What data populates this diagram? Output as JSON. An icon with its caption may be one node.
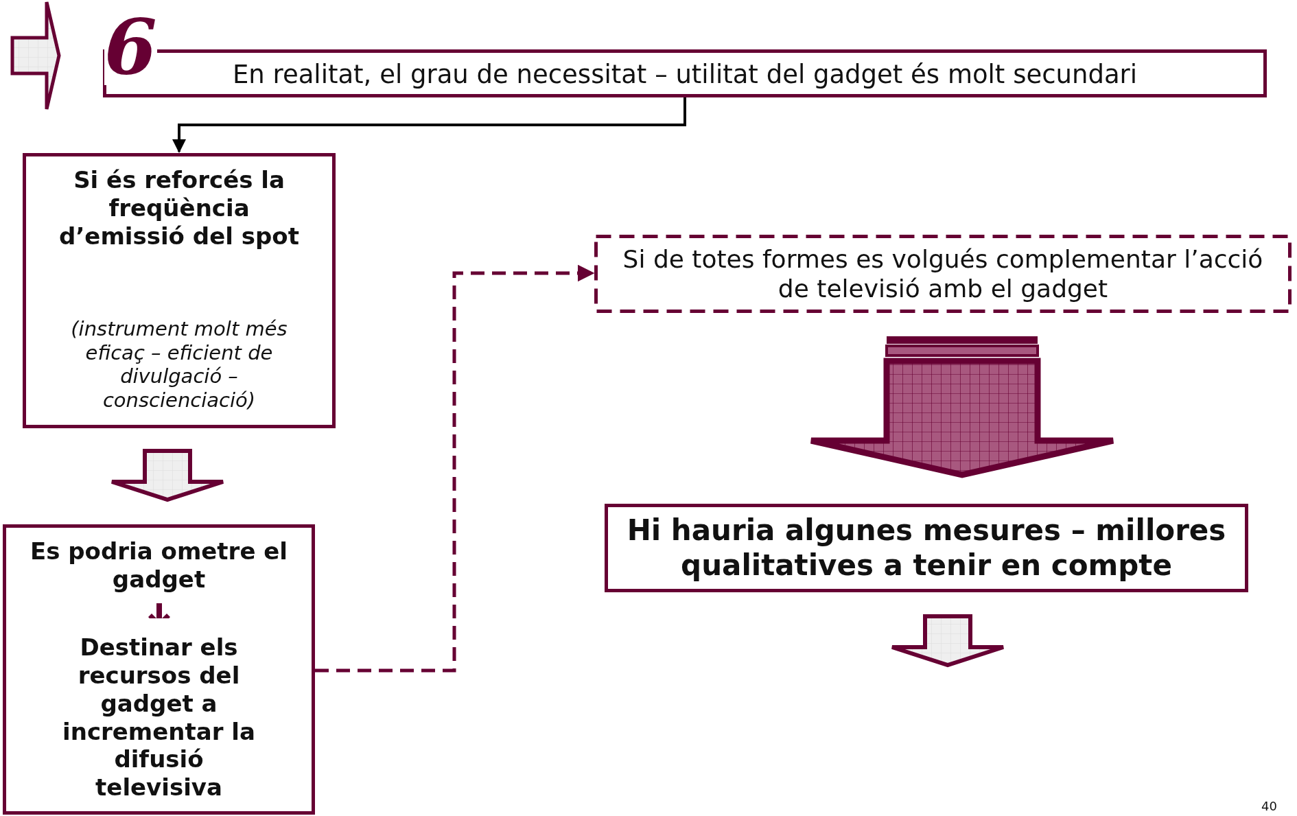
{
  "diagram": {
    "nodes": [
      {
        "text": [
          "En realitat, el grau de necessitat – utilitat del gadget és molt secundari"
        ]
      },
      {
        "text": [
          "Si és reforcés la freqüència d’emissió del spot",
          "(instrument molt més eficaç – eficient de divulgació – conscienciació)"
        ]
      },
      {
        "text": [
          "Es podria ometre el gadget",
          "Destinar els recursos del gadget a incrementar la difusió televisiva"
        ]
      },
      {
        "text": [
          "Si de totes formes es volgués complementar l’acció de televisió amb el gadget"
        ]
      },
      {
        "text": [
          "Hi hauria algunes mesures – millores qualitatives a tenir en compte"
        ]
      }
    ],
    "edges": [
      {
        "from": 0,
        "to": 1,
        "arrow": "to",
        "color": "#000000"
      },
      {
        "from": 1,
        "to": 2,
        "arrow": "to",
        "style": "thick"
      },
      {
        "from": 2,
        "to": 3,
        "arrow": "to",
        "style": "dashed",
        "color": "#660033"
      },
      {
        "from": 3,
        "to": 4,
        "arrow": "to",
        "style": "thick",
        "color": "#a8587f"
      },
      {
        "from": 4,
        "to": null,
        "arrow": "to",
        "style": "thick"
      }
    ],
    "labels": [
      "6",
      "40"
    ]
  }
}
